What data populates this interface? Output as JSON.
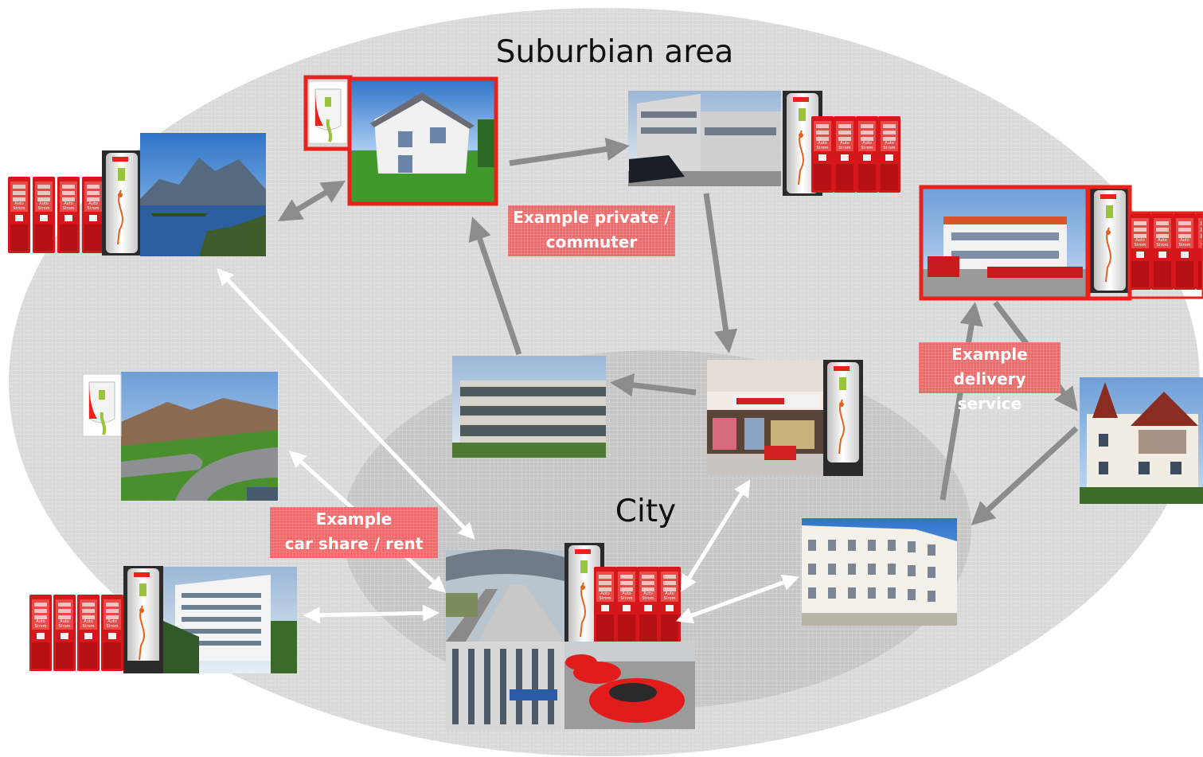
{
  "areas": {
    "suburban_label": "Suburbian area",
    "city_label": "City"
  },
  "examples": {
    "private_commuter": "Example private /\ncommuter",
    "delivery_service": "Example\ndelivery service",
    "car_share": "Example\ncar share / rent"
  },
  "charger_unit_text": "Auto\nStrom",
  "colors": {
    "outer_area": "#d9d9d9",
    "city_area": "#c6c6c6",
    "highlight_frame": "#e8231e",
    "charger_red": "#d5171b",
    "tag_red": "#ef6a6a",
    "arrow_gray": "#8c8c8c",
    "arrow_white": "#ffffff"
  },
  "nodes": [
    "lake-photo",
    "detached-house-photo",
    "office-building-photo",
    "delivery-depot-photo",
    "villa-photo",
    "apartment-block-photo",
    "shop-photo",
    "office-block-photo",
    "suburban-street-photo",
    "company-building-photo",
    "train-station-photo",
    "parking-garage-photo",
    "car-share-fleet-photo"
  ]
}
